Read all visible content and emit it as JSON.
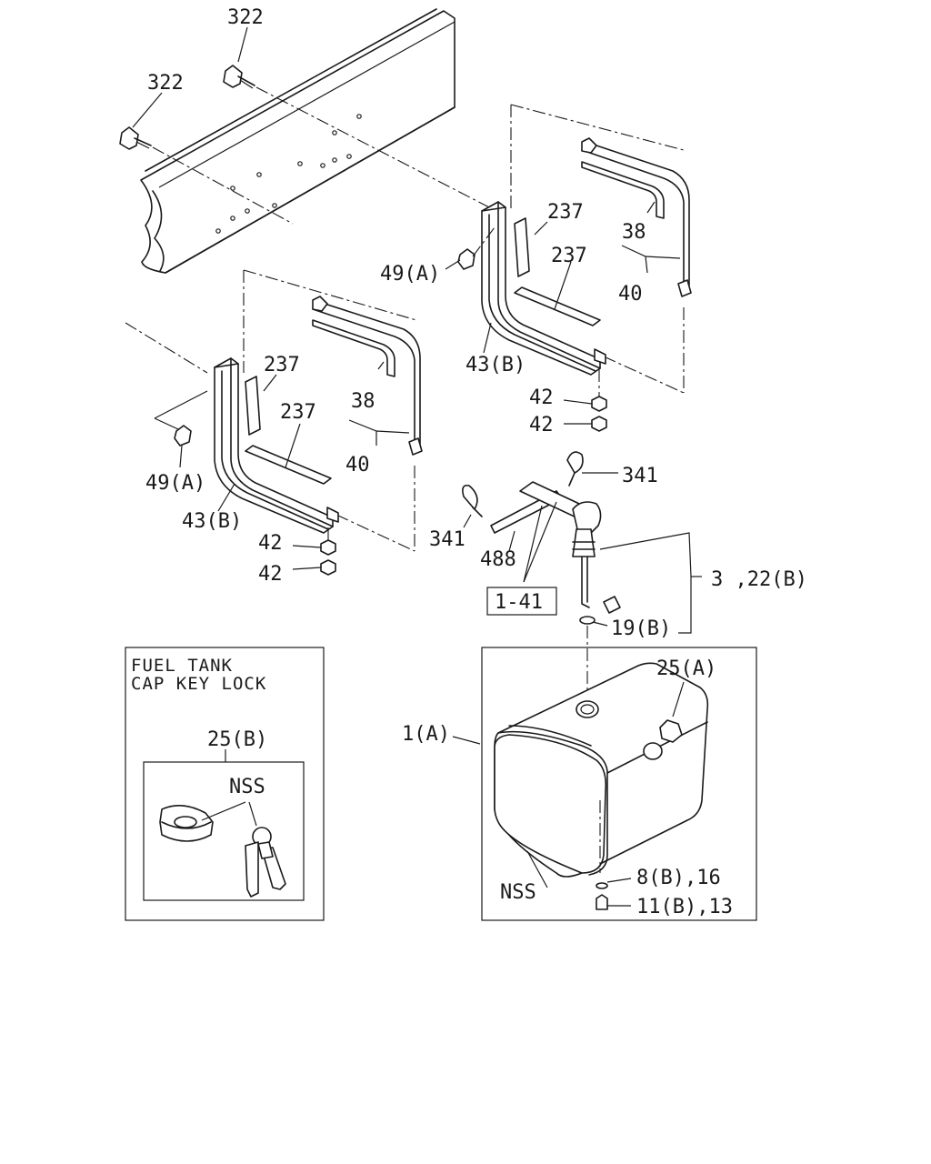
{
  "callouts": {
    "bolt_top": "322",
    "bolt_left": "322",
    "pad_rb_upper": "237",
    "pad_rb_lower": "237",
    "strap_rb": "38",
    "strap_assy_rb": "40",
    "nut_rb": "49(A)",
    "bracket_rb": "43(B)",
    "nut42_rb_1": "42",
    "nut42_rb_2": "42",
    "pad_lf_upper": "237",
    "pad_lf_lower": "237",
    "strap_lf": "38",
    "strap_assy_lf": "40",
    "nut_lf": "49(A)",
    "bracket_lf": "43(B)",
    "nut42_lf_1": "42",
    "nut42_lf_2": "42",
    "clip_right": "341",
    "clip_left": "341",
    "hose": "488",
    "ref_box": "1-41",
    "sender_unit": "3 ,22(B)",
    "gasket": "19(B)",
    "filler_cap": "25(A)",
    "fuel_tank": "1(A)",
    "tank_nss": "NSS",
    "drain_washer": "8(B),16",
    "drain_plug": "11(B),13"
  },
  "inset": {
    "title_line1": "FUEL TANK",
    "title_line2": "CAP KEY LOCK",
    "cap_label": "25(B)",
    "keys_label": "NSS"
  }
}
